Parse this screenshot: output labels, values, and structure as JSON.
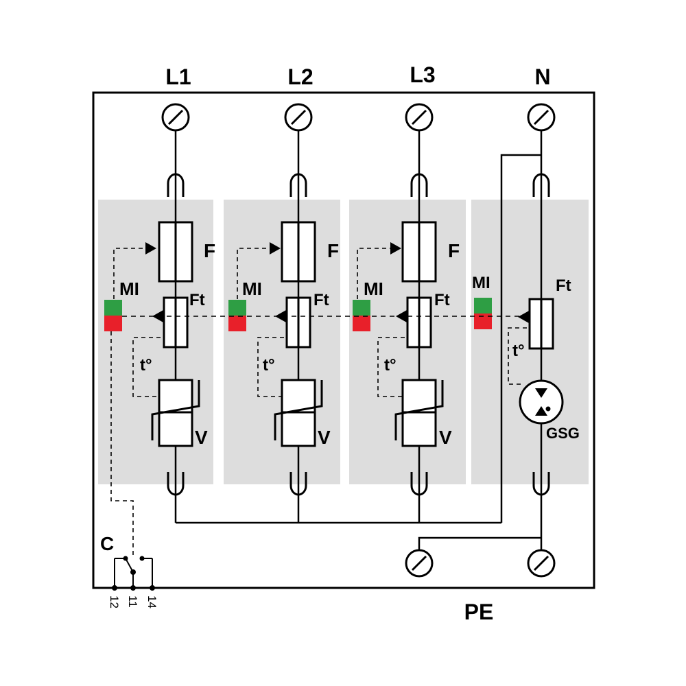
{
  "phases": [
    {
      "id": "l1",
      "label": "L1",
      "fuse_label": "F",
      "thermal_label": "Ft",
      "indicator_label": "MI",
      "temp_label": "t°",
      "varistor_label": "V"
    },
    {
      "id": "l2",
      "label": "L2",
      "fuse_label": "F",
      "thermal_label": "Ft",
      "indicator_label": "MI",
      "temp_label": "t°",
      "varistor_label": "V"
    },
    {
      "id": "l3",
      "label": "L3",
      "fuse_label": "F",
      "thermal_label": "Ft",
      "indicator_label": "MI",
      "temp_label": "t°",
      "varistor_label": "V"
    }
  ],
  "neutral": {
    "label": "N",
    "thermal_label": "Ft",
    "indicator_label": "MI",
    "temp_label": "t°",
    "gas_tube_label": "GSG"
  },
  "earth": {
    "label": "PE"
  },
  "contact": {
    "label": "C",
    "terminals": [
      "12",
      "11",
      "14"
    ]
  },
  "colors": {
    "indicator_ok": "#2e9e44",
    "indicator_fault": "#e8202a",
    "module_bg": "#dddddd",
    "line": "#000000"
  }
}
